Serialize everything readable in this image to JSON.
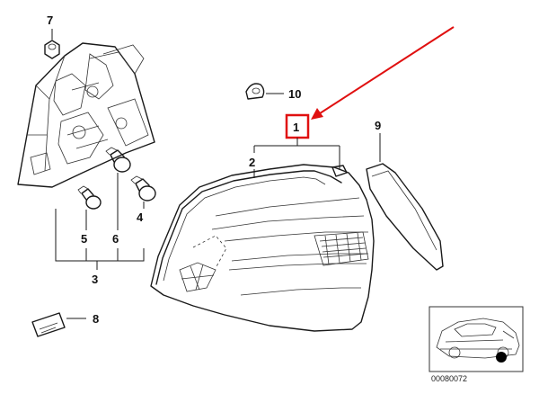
{
  "callouts": {
    "c1": "1",
    "c2": "2",
    "c3": "3",
    "c4": "4",
    "c5": "5",
    "c6": "6",
    "c7": "7",
    "c8": "8",
    "c9": "9",
    "c10": "10"
  },
  "diagram_code": "00080072",
  "highlight_color": "#e01010",
  "icons": [
    "red-arrow-icon",
    "car-thumbnail-icon",
    "location-dot-icon"
  ]
}
